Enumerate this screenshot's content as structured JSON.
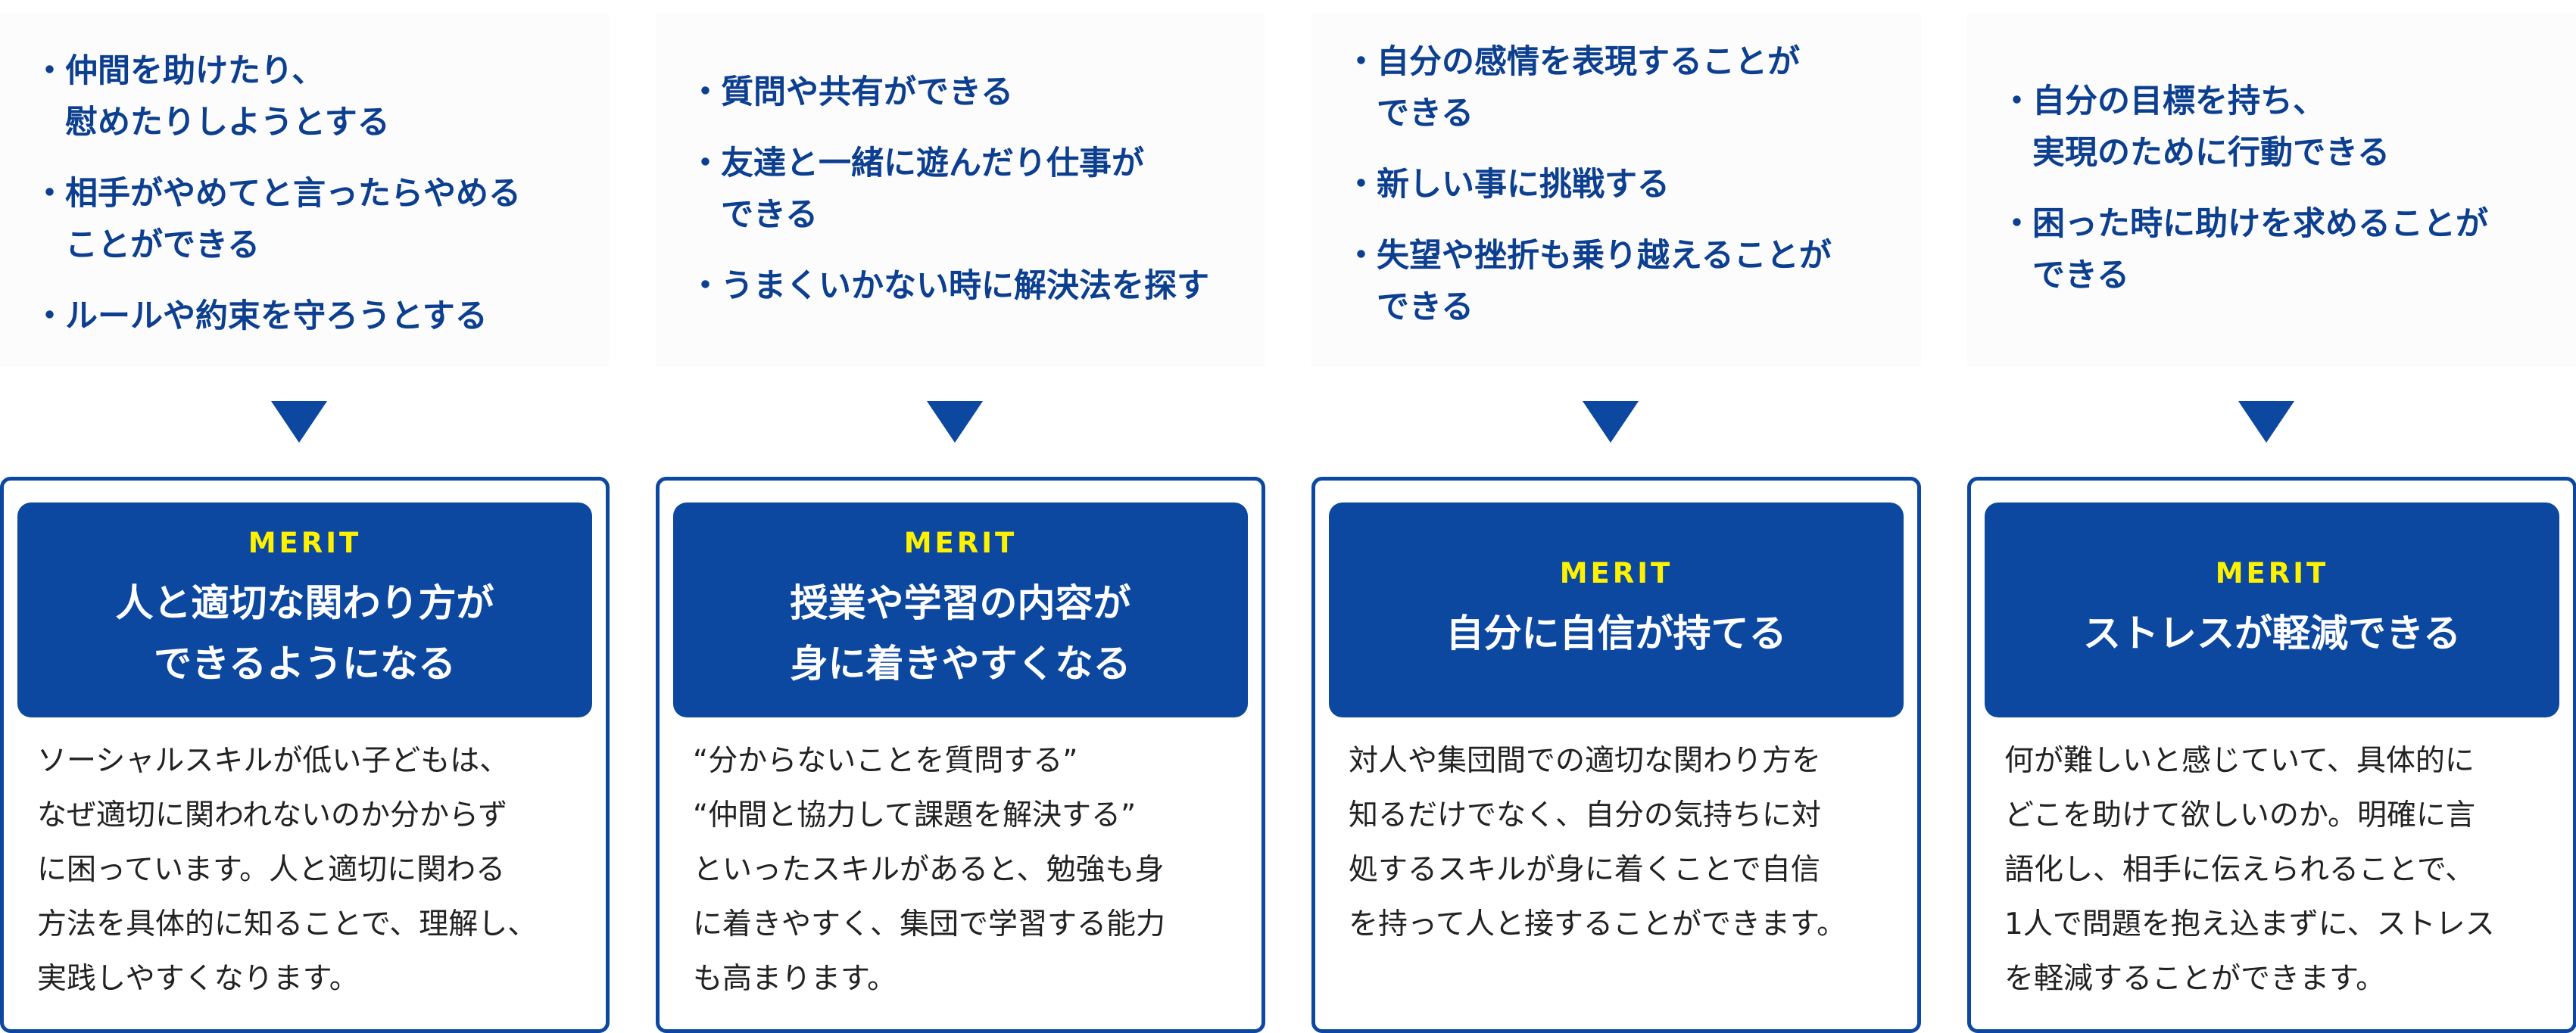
{
  "columns": [
    {
      "bullets": [
        {
          "lines": [
            "仲間を助けたり、",
            "慰めたりしようとする"
          ]
        },
        {
          "lines": [
            "相手がやめてと言ったらやめる",
            "ことができる"
          ]
        },
        {
          "lines": [
            "ルールや約束を守ろうとする"
          ]
        }
      ],
      "merit_label": "MERIT",
      "title_lines": [
        "人と適切な関わり方が",
        "できるようになる"
      ],
      "body_lines": [
        "ソーシャルスキルが低い子どもは、",
        "なぜ適切に関われないのか分からず",
        "に困っています。人と適切に関わる",
        "方法を具体的に知ることで、理解し、",
        "実践しやすくなります。"
      ]
    },
    {
      "bullets": [
        {
          "lines": [
            "質問や共有ができる"
          ]
        },
        {
          "lines": [
            "友達と一緒に遊んだり仕事が",
            "できる"
          ]
        },
        {
          "lines": [
            "うまくいかない時に解決法を探す"
          ]
        }
      ],
      "merit_label": "MERIT",
      "title_lines": [
        "授業や学習の内容が",
        "身に着きやすくなる"
      ],
      "body_lines": [
        "“分からないことを質問する”",
        "“仲間と協力して課題を解決する”",
        "といったスキルがあると、勉強も身",
        "に着きやすく、集団で学習する能力",
        "も高まります。"
      ]
    },
    {
      "bullets": [
        {
          "lines": [
            "自分の感情を表現することが",
            "できる"
          ]
        },
        {
          "lines": [
            "新しい事に挑戦する"
          ]
        },
        {
          "lines": [
            "失望や挫折も乗り越えることが",
            "できる"
          ]
        }
      ],
      "merit_label": "MERIT",
      "title_lines": [
        "自分に自信が持てる"
      ],
      "body_lines": [
        "対人や集団間での適切な関わり方を",
        "知るだけでなく、自分の気持ちに対",
        "処するスキルが身に着くことで自信",
        "を持って人と接することができます。"
      ]
    },
    {
      "bullets": [
        {
          "lines": [
            "自分の目標を持ち、",
            "実現のために行動できる"
          ]
        },
        {
          "lines": [
            "困った時に助けを求めることが",
            "できる"
          ]
        }
      ],
      "merit_label": "MERIT",
      "title_lines": [
        "ストレスが軽減できる"
      ],
      "body_lines": [
        "何が難しいと感じていて、具体的に",
        "どこを助けて欲しいのか。明確に言",
        "語化し、相手に伝えられることで、",
        "1人で問題を抱え込まずに、ストレス",
        "を軽減することができます。"
      ]
    }
  ],
  "colors": {
    "brand_blue": "#0c48a0",
    "bullet_text": "#0c3f8f",
    "merit_yellow": "#fff200",
    "body_text": "#222222"
  }
}
